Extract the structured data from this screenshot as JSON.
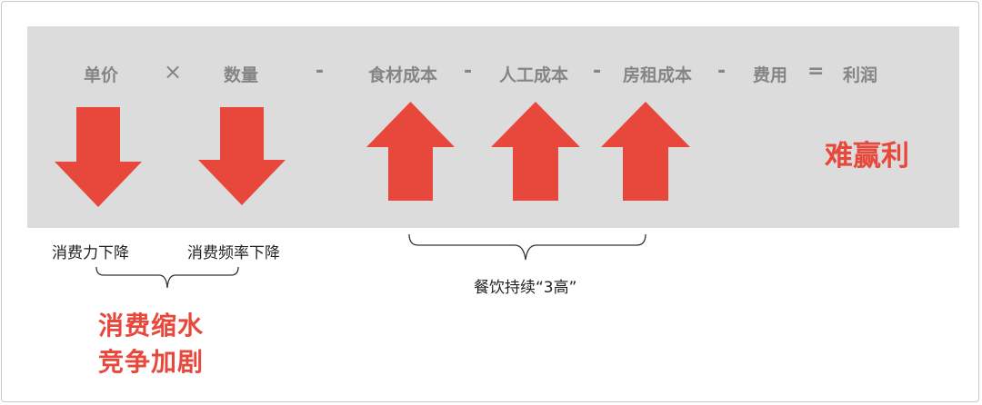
{
  "formula": {
    "unit_price": "单价",
    "times": "×",
    "quantity": "数量",
    "minus1": "-",
    "food_cost": "食材成本",
    "minus2": "-",
    "labor_cost": "人工成本",
    "minus3": "-",
    "rent_cost": "房租成本",
    "minus4": "-",
    "expenses": "费用",
    "equals": "=",
    "profit": "利润"
  },
  "result_label": "难赢利",
  "captions": {
    "spending_power": "消费力下降",
    "spending_frequency": "消费频率下降",
    "three_highs": "餐饮持续“3高”"
  },
  "conclusion": {
    "line1": "消费缩水",
    "line2": "竞争加剧"
  },
  "colors": {
    "band": "#dcdcdc",
    "arrow": "#e8483b",
    "formula_text": "#858585",
    "highlight_text": "#e8483b"
  },
  "arrows": [
    {
      "target": "单价",
      "direction": "down"
    },
    {
      "target": "数量",
      "direction": "down"
    },
    {
      "target": "食材成本",
      "direction": "up"
    },
    {
      "target": "人工成本",
      "direction": "up"
    },
    {
      "target": "房租成本",
      "direction": "up"
    }
  ]
}
